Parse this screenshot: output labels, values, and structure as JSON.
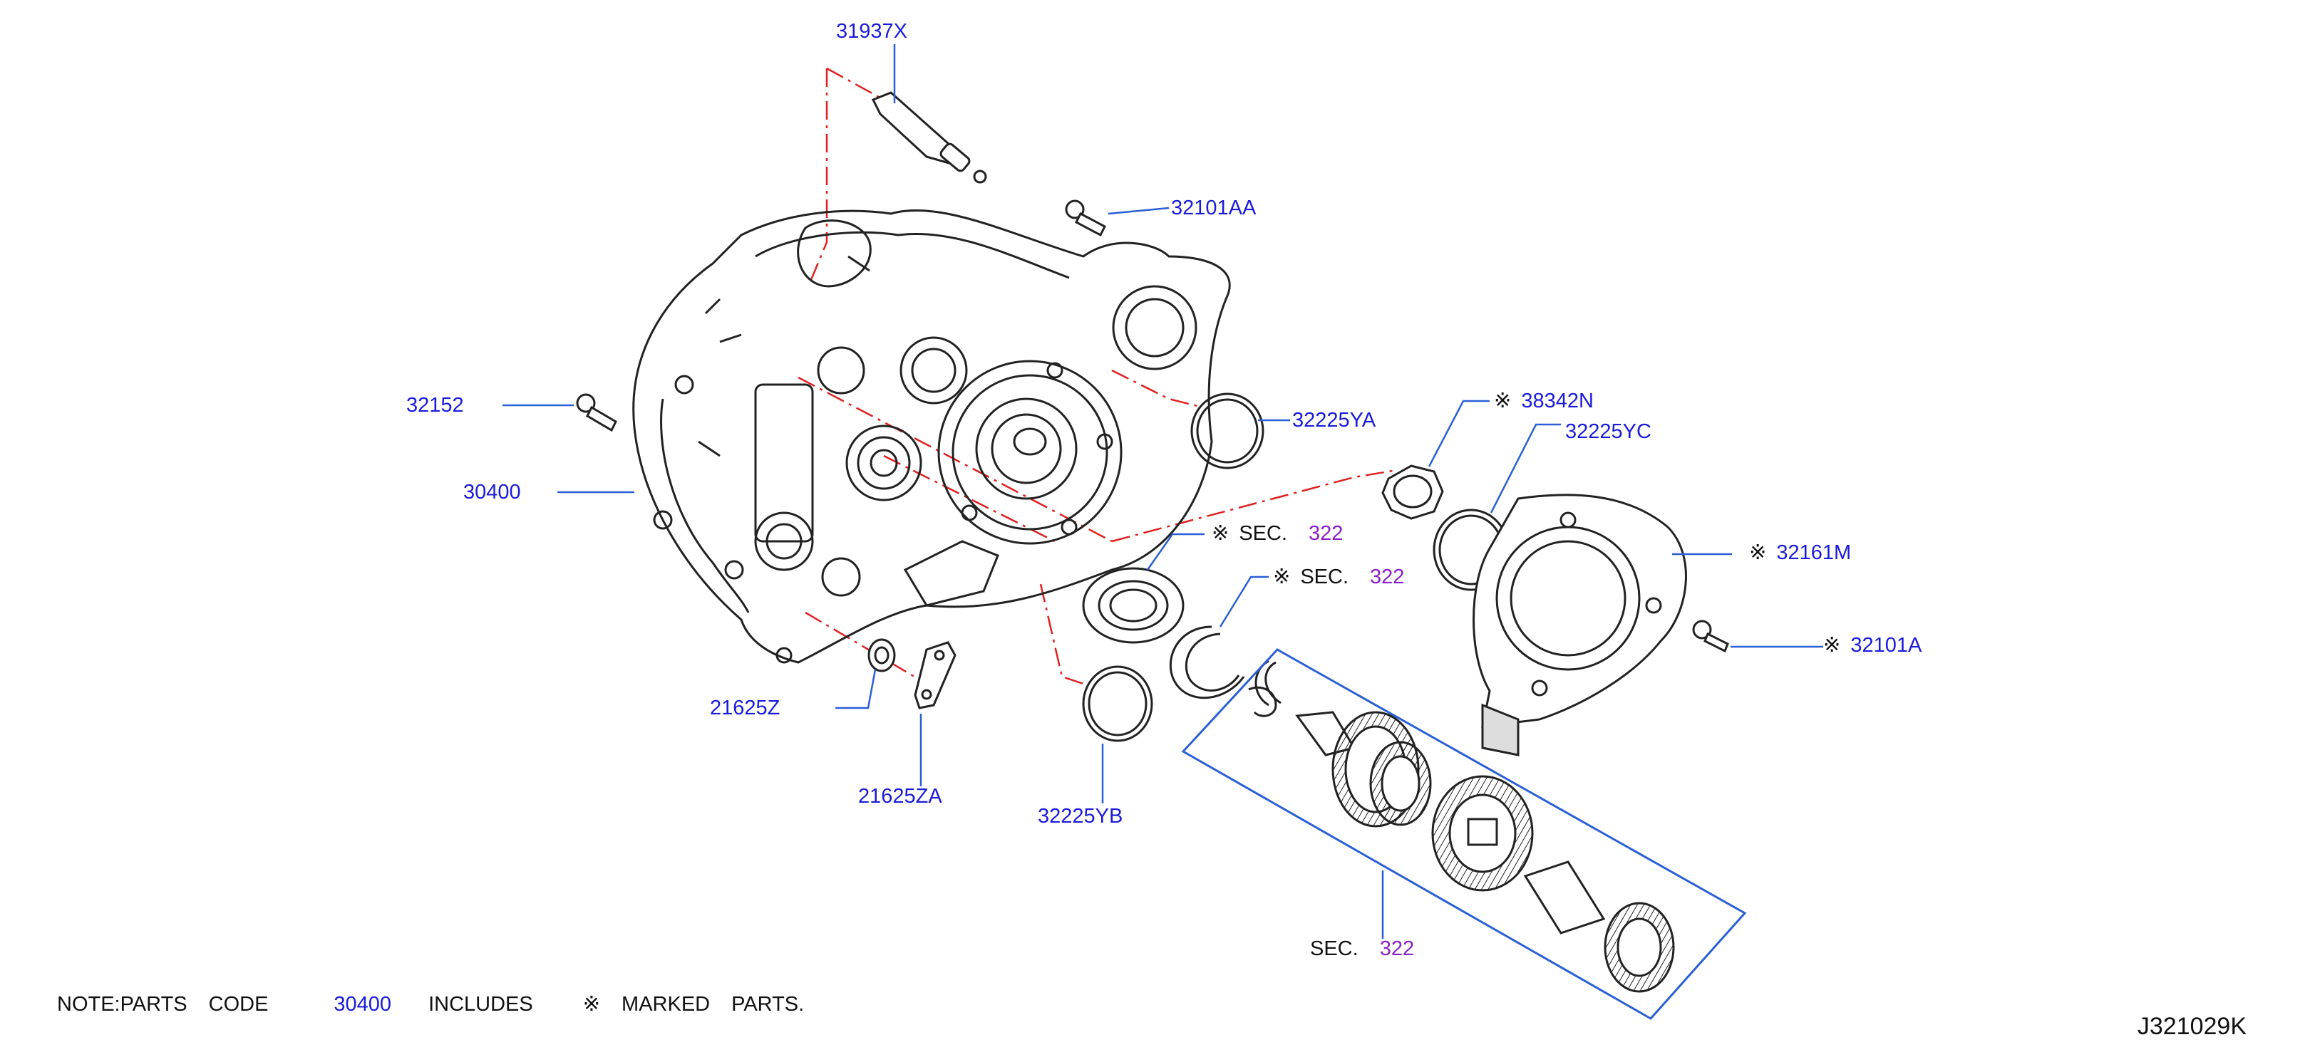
{
  "colors": {
    "part_number": "#1b1bdc",
    "section_number": "#8a1fc8",
    "line": "#222222",
    "leader": "#2a5fd6",
    "phantom": "#e02020"
  },
  "labels": {
    "p31937X": "31937X",
    "p32101AA": "32101AA",
    "p32152": "32152",
    "p30400": "30400",
    "p32225YA": "32225YA",
    "p38342N": "38342N",
    "p32225YC": "32225YC",
    "p32161M": "32161M",
    "p32101A": "32101A",
    "p21625Z": "21625Z",
    "p21625ZA": "21625ZA",
    "p32225YB": "32225YB"
  },
  "mark_symbol": "※",
  "sections": {
    "sec_label": "SEC.",
    "sec_a": "322",
    "sec_b": "322",
    "sec_c": "322"
  },
  "note": {
    "prefix": "NOTE:PARTS",
    "code_word": "CODE",
    "code": "30400",
    "includes": "INCLUDES",
    "marked": "MARKED",
    "parts": "PARTS."
  },
  "diagram_code": "J321029K"
}
